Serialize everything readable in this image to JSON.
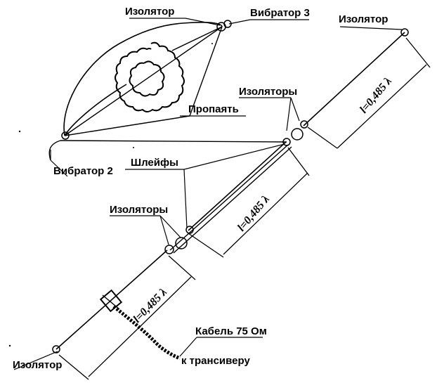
{
  "labels": {
    "insulator_top_left": "Изолятор",
    "vibrator3": "Вибратор 3",
    "insulator_top_right": "Изолятор",
    "insulators_upper": "Изоляторы",
    "solder": "Пропаять",
    "vibrator2": "Вибратор 2",
    "loops": "Шлейфы",
    "insulators_middle": "Изоляторы",
    "length_upper": "l=0,485 λ",
    "length_middle": "l=0,485 λ",
    "length_lower": "l=0,485 λ",
    "cable": "Кабель 75 Ом",
    "to_transceiver": "к трансиверу",
    "insulator_bottom_left": "Изолятор"
  },
  "colors": {
    "ink": "#000000",
    "paper": "#ffffff"
  }
}
